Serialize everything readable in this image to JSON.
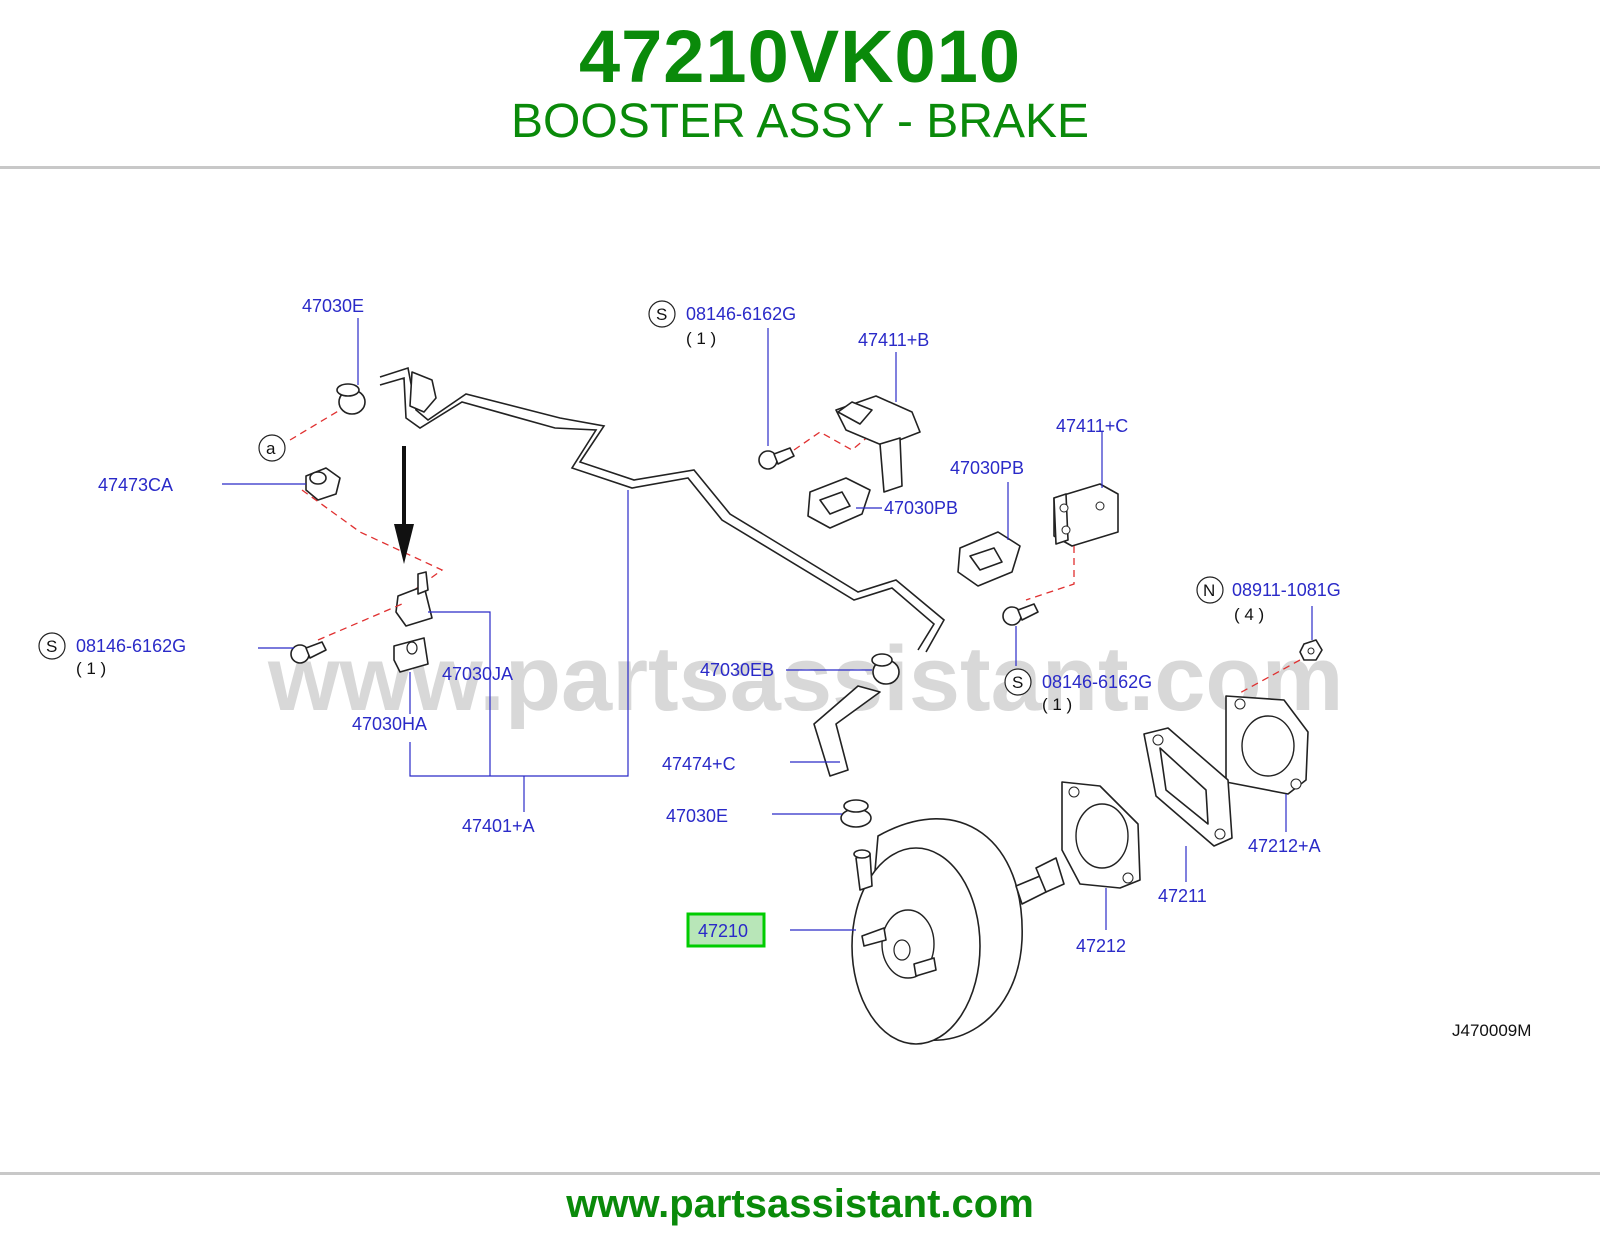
{
  "header": {
    "part_number": "47210VK010",
    "part_name": "BOOSTER ASSY - BRAKE"
  },
  "watermark": "www.partsassistant.com",
  "diagram_code": "J470009M",
  "footer": {
    "url": "www.partsassistant.com"
  },
  "labels": {
    "l_47030E_top": "47030E",
    "l_a": "a",
    "l_47473CA": "47473CA",
    "l_S_left": "S",
    "l_08146_left": "08146-6162G",
    "l_qty_left": "( 1 )",
    "l_47030JA": "47030JA",
    "l_47030HA": "47030HA",
    "l_47401A": "47401+A",
    "l_S_top": "S",
    "l_08146_top": "08146-6162G",
    "l_qty_top": "( 1 )",
    "l_47411B": "47411+B",
    "l_47030PB_1": "47030PB",
    "l_47030PB_2": "47030PB",
    "l_47411C": "47411+C",
    "l_N": "N",
    "l_08911": "08911-1081G",
    "l_qty_n": "( 4 )",
    "l_47030EB": "47030EB",
    "l_S_mid": "S",
    "l_08146_mid": "08146-6162G",
    "l_qty_mid": "( 1 )",
    "l_47474C": "47474+C",
    "l_47030E_bot": "47030E",
    "l_47210": "47210",
    "l_47212": "47212",
    "l_47211": "47211",
    "l_47212A": "47212+A"
  },
  "highlight_color": "#00cc00",
  "brand_color": "#0a8a0a",
  "label_color": "#2a2ac8"
}
